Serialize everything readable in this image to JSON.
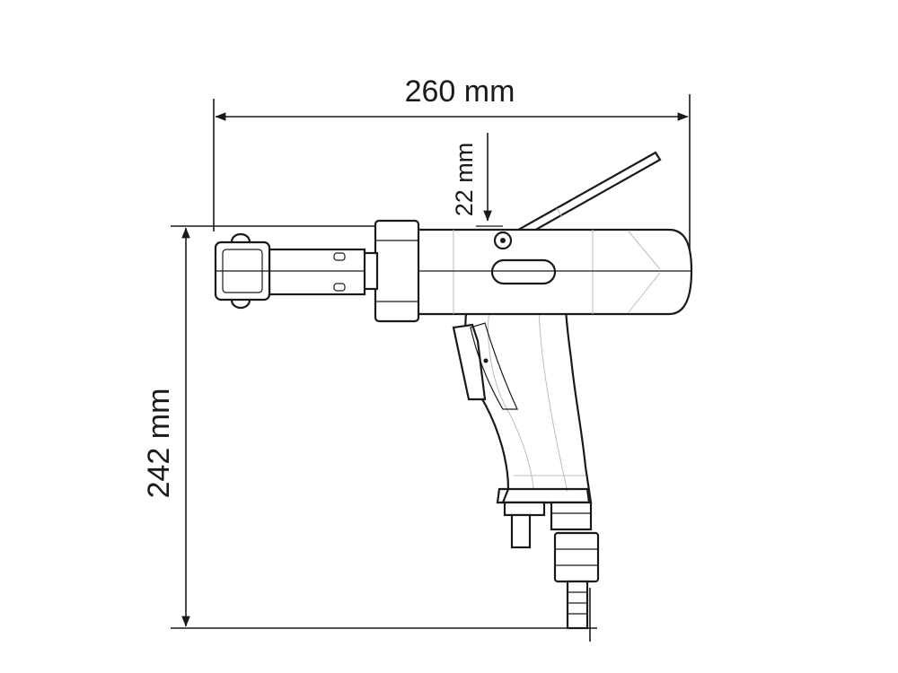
{
  "dimensions": {
    "overall_length": "260 mm",
    "overall_height": "242 mm",
    "offset": "22 mm"
  },
  "colors": {
    "line": "#1a1a1a",
    "hidden_line": "#bdbdbd",
    "background": "#ffffff"
  }
}
